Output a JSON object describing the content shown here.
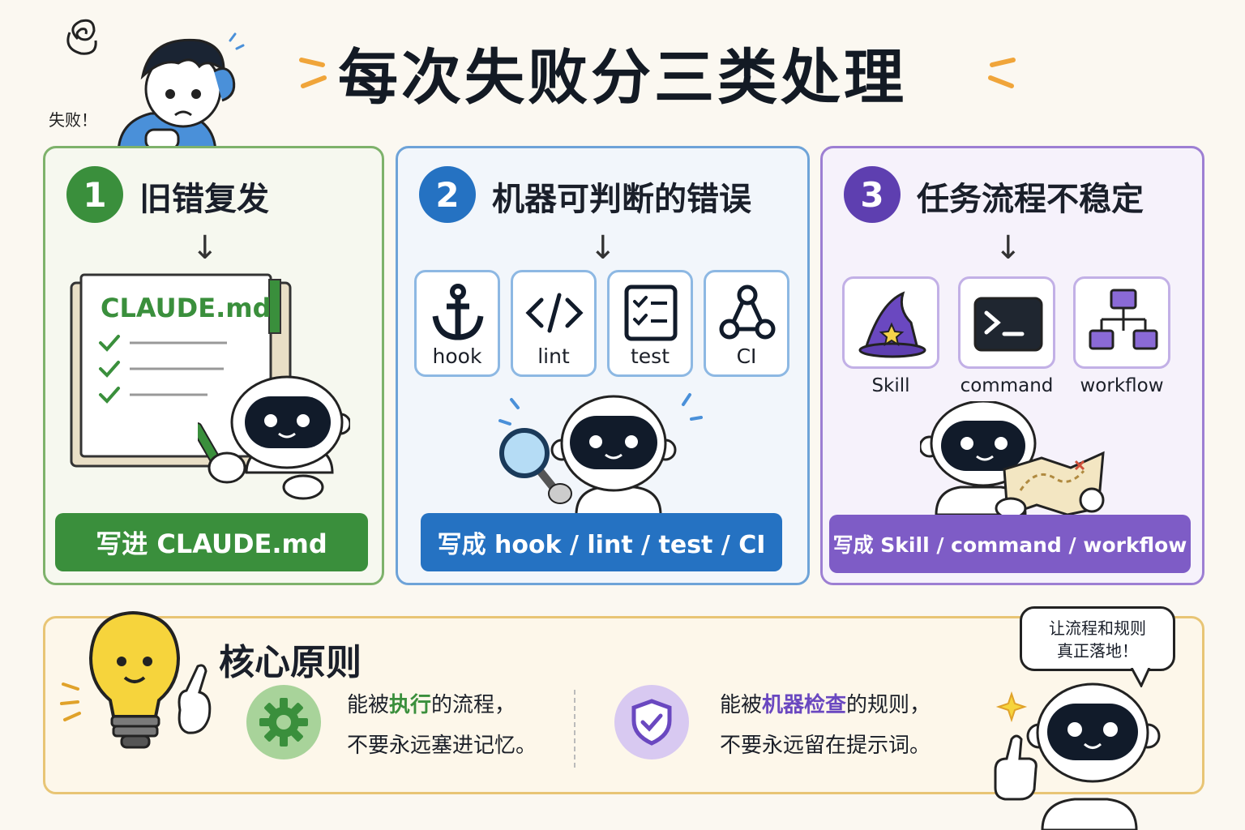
{
  "title": "每次失败分三类处理",
  "fail_label": "失败！",
  "panels": [
    {
      "number": "1",
      "title": "旧错复发",
      "arrow": "↓",
      "notebook_title": "CLAUDE.md",
      "button": "写进 CLAUDE.md"
    },
    {
      "number": "2",
      "title": "机器可判断的错误",
      "arrow": "↓",
      "tools": [
        {
          "label": "hook",
          "icon": "anchor-icon"
        },
        {
          "label": "lint",
          "icon": "code-icon"
        },
        {
          "label": "test",
          "icon": "checklist-icon"
        },
        {
          "label": "CI",
          "icon": "pipeline-icon"
        }
      ],
      "button": "写成 hook / lint / test / CI"
    },
    {
      "number": "3",
      "title": "任务流程不稳定",
      "arrow": "↓",
      "options": [
        {
          "label": "Skill",
          "icon": "wizard-hat-icon"
        },
        {
          "label": "command",
          "icon": "terminal-icon"
        },
        {
          "label": "workflow",
          "icon": "workflow-icon"
        }
      ],
      "button": "写成 Skill / command / workflow"
    }
  ],
  "principle": {
    "title": "核心原则",
    "left": {
      "pre": "能被",
      "highlight": "执行",
      "post": "的流程，",
      "line2": "不要永远塞进记忆。"
    },
    "right": {
      "pre": "能被",
      "highlight": "机器检查",
      "post": "的规则，",
      "line2": "不要永远留在提示词。"
    }
  },
  "bubble": {
    "line1": "让流程和规则",
    "line2": "真正落地！"
  },
  "colors": {
    "green": "#3a8f3c",
    "blue": "#2572c2",
    "purple": "#7e5cc6",
    "gold": "#e8c575"
  }
}
